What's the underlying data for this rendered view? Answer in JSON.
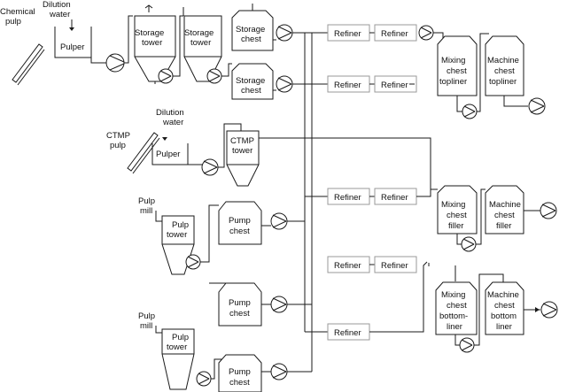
{
  "inputs": {
    "chemical_pulp": [
      "Chemical",
      "pulp"
    ],
    "dilution_water_1": [
      "Dilution",
      "water"
    ],
    "ctmp_pulp": [
      "CTMP",
      "pulp"
    ],
    "dilution_water_2": [
      "Dilution",
      "water"
    ],
    "pulp_mill_1": [
      "Pulp",
      "mill"
    ],
    "pulp_mill_2": [
      "Pulp",
      "mill"
    ]
  },
  "units": {
    "pulper_1": [
      "Pulper"
    ],
    "pulper_2": [
      "Pulper"
    ],
    "storage_tower_1": [
      "Storage",
      "tower"
    ],
    "storage_tower_2": [
      "Storage",
      "tower"
    ],
    "storage_chest_1": [
      "Storage",
      "chest"
    ],
    "storage_chest_2": [
      "Storage",
      "chest"
    ],
    "ctmp_tower": [
      "CTMP",
      "tower"
    ],
    "pulp_tower_1": [
      "Pulp",
      "tower"
    ],
    "pulp_tower_2": [
      "Pulp",
      "tower"
    ],
    "pump_chest_1": [
      "Pump",
      "chest"
    ],
    "pump_chest_2": [
      "Pump",
      "chest"
    ],
    "pump_chest_3": [
      "Pump",
      "chest"
    ],
    "mixing_chest_topliner": [
      "Mixing",
      "chest",
      "topliner"
    ],
    "machine_chest_topliner": [
      "Machine",
      "chest",
      "topliner"
    ],
    "mixing_chest_filler": [
      "Mixing",
      "chest",
      "filler"
    ],
    "machine_chest_filler": [
      "Machine",
      "chest",
      "filler"
    ],
    "mixing_chest_bottomliner": [
      "Mixing",
      "chest",
      "bottom-",
      "liner"
    ],
    "machine_chest_bottomliner": [
      "Machine",
      "chest",
      "bottom",
      "liner"
    ]
  },
  "refiners": {
    "label": "Refiner",
    "row1": [
      "Refiner",
      "Refiner"
    ],
    "row2": [
      "Refiner",
      "Refiner"
    ],
    "row3": [
      "Refiner",
      "Refiner"
    ],
    "row4": [
      "Refiner",
      "Refiner"
    ],
    "row5": [
      "Refiner"
    ]
  }
}
